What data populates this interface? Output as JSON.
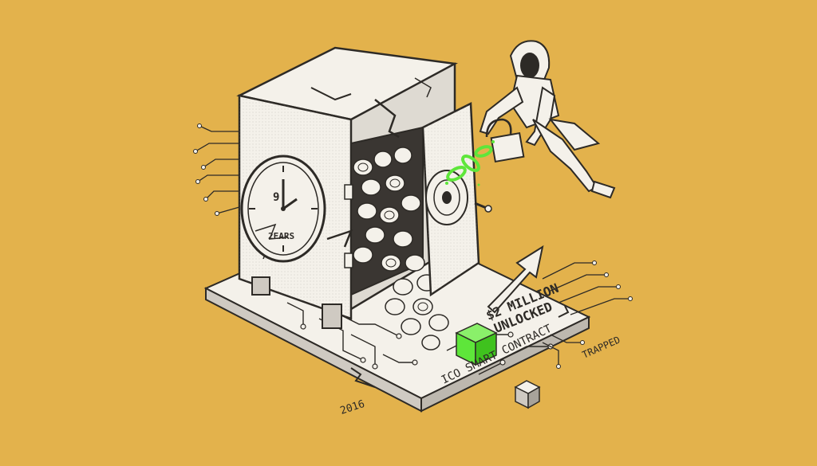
{
  "illustration": {
    "clock_hour_numeral": "9",
    "clock_face_text": "2EARS",
    "headline_line1": "$2 MILLION",
    "headline_line2": "UNLOCKED",
    "contract_label": "ICO SMART CONTRACT",
    "status_label": "TRAPPED",
    "year_label": "2016"
  },
  "colors": {
    "background": "#e3b24c",
    "ink": "#2d2a26",
    "paper": "#f4f1ea",
    "accent_green": "#5ee63a"
  },
  "icons": [
    "safe-icon",
    "clock-icon",
    "hacker-icon",
    "coin-icon",
    "green-cube-icon",
    "arrow-up-icon",
    "chain-link-icon",
    "padlock-icon"
  ]
}
